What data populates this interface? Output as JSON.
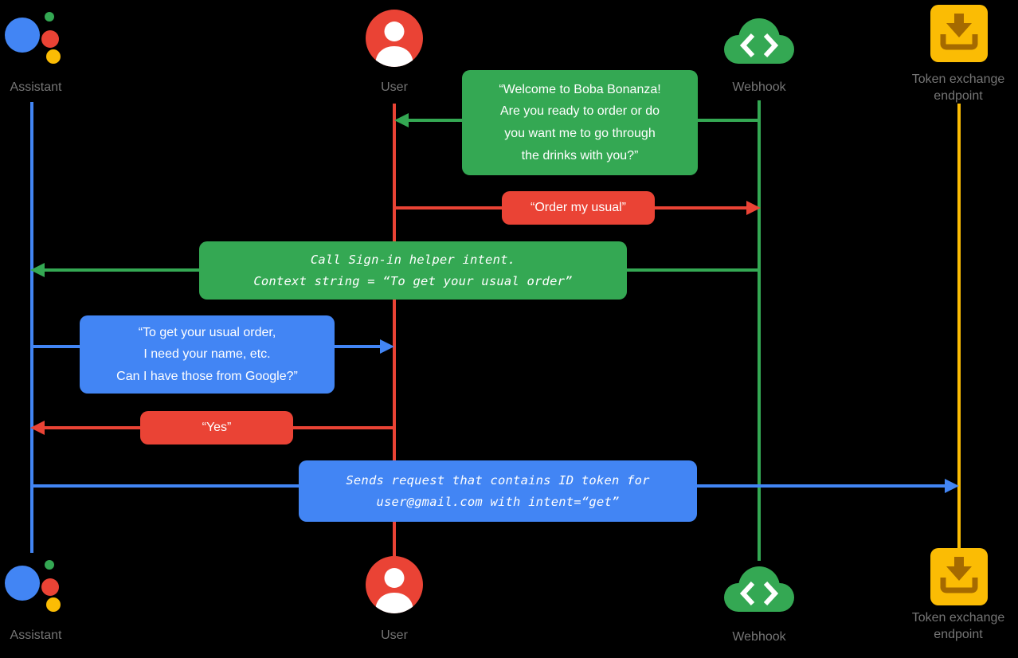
{
  "title": "Sign-in helper sequence diagram",
  "colors": {
    "blue": "#4285F4",
    "red": "#EA4335",
    "green": "#34A853",
    "yellow": "#FBBC04",
    "label_gray": "#757575",
    "token_glyph": "#A56A00"
  },
  "actors": {
    "assistant": {
      "label": "Assistant"
    },
    "user": {
      "label": "User"
    },
    "webhook": {
      "label": "Webhook"
    },
    "token": {
      "label": "Token exchange endpoint"
    }
  },
  "messages": [
    {
      "from": "webhook",
      "to": "user",
      "color": "green",
      "style": "plain",
      "text": "“Welcome to Boba Bonanza!\nAre you ready to order or do\nyou want me to go through\nthe drinks with you?”"
    },
    {
      "from": "user",
      "to": "webhook",
      "color": "red",
      "style": "plain",
      "text": "“Order my usual”"
    },
    {
      "from": "webhook",
      "to": "assistant",
      "color": "green",
      "style": "code",
      "text": "Call Sign-in helper intent.\nContext string = “To get your usual order”"
    },
    {
      "from": "assistant",
      "to": "user",
      "color": "blue",
      "style": "plain",
      "text": "“To get your usual order,\nI need your name, etc.\nCan I have those from Google?”"
    },
    {
      "from": "user",
      "to": "assistant",
      "color": "red",
      "style": "plain",
      "text": "“Yes”"
    },
    {
      "from": "assistant",
      "to": "token",
      "color": "blue",
      "style": "code",
      "text": "Sends request that contains ID token for\nuser@gmail.com with intent=“get”"
    }
  ]
}
